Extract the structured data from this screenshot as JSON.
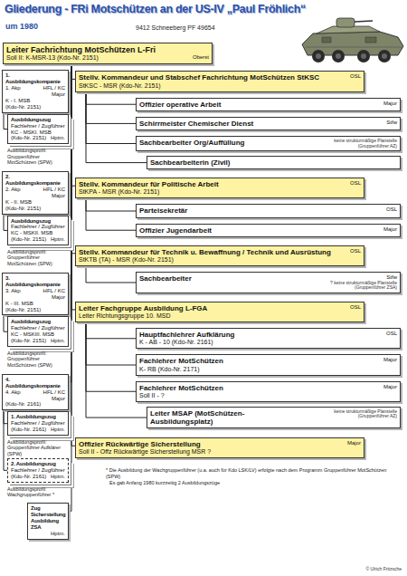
{
  "diagram": {
    "title": "Gliederung - FRi Motschützen an der US-IV „Paul Fröhlich“",
    "nodes": [
      {
        "text": [
          "Leiter Fachrichtung MotSchützen L-Fri",
          "Soll II: K-MSR-13 (Kdo-Nr. 2151)",
          "Oberst"
        ]
      },
      {
        "text": [
          "1. Ausbildungskompanie",
          "1. Akp",
          "HFL / KC",
          "Major",
          "K - I. MSB",
          "(Kdo-Nr. 2151)"
        ]
      },
      {
        "text": [
          "Ausbildungszug",
          "Fachlehrer / Zugführer",
          "KC - MSKI. MSB",
          "(Kdo-Nr. 2151)",
          "Hptm."
        ]
      },
      {
        "text": [
          "2. Ausbildungskompanie",
          "2. Akp",
          "HFL / KC",
          "Major",
          "K - II. MSB",
          "(Kdo-Nr. 2151)"
        ]
      },
      {
        "text": [
          "Ausbildungszug",
          "Fachlehrer / Zugführer",
          "KC - MSKII. MSB",
          "(Kdo-Nr. 2151)",
          "Hptm."
        ]
      },
      {
        "text": [
          "3. Ausbildungskompanie",
          "3. Akp",
          "HFL / KC",
          "Major",
          "K - III. MSB",
          "(Kdo-Nr. 2151)"
        ]
      },
      {
        "text": [
          "Ausbildungszug",
          "Fachlehrer / Zugführer",
          "KC - MSKIII. MSB",
          "(Kdo-Nr. 2151)",
          "Hptm."
        ]
      },
      {
        "text": [
          "4. Ausbildungskompanie",
          "4. Akp",
          "HFL / KC",
          "Major",
          "(Kdo-Nr. 2161)"
        ]
      },
      {
        "text": [
          "1. Ausbildungszug",
          "Fachlehrer / Zugführer",
          "(Kdo-Nr. 2161)",
          "Hptm."
        ]
      },
      {
        "text": [
          "2. Ausbildungszug",
          "Fachlehrer / Zugführer",
          "(Kdo-Nr. 2161)",
          "Hptm."
        ]
      },
      {
        "text": [
          "Zug Sicherstellung Ausbildung ZSA",
          "Hptm."
        ]
      },
      {
        "text": [
          "Stellv. Kommandeur und Stabschef Fachrichtung MotSchützen StKSC",
          "StKSC - MSR (Kdo-Nr. 2151)",
          "OSL"
        ]
      },
      {
        "text": [
          "Offizier operative Arbeit",
          "Major"
        ]
      },
      {
        "text": [
          "Schirrmeister Chemischer Dienst",
          "Stfw"
        ]
      },
      {
        "text": [
          "Sachbearbeiter Org/Auffüllung",
          "keine strukturmäßige Planstelle (Gruppenführer AZ)"
        ]
      },
      {
        "text": [
          "Sachbearbeiterin (Zivil)"
        ]
      },
      {
        "text": [
          "Stellv. Kommandeur für Politische Arbeit",
          "StKPA - MSR (Kdo-Nr. 2151)",
          "OSL"
        ]
      },
      {
        "text": [
          "Parteisekretär",
          "OSL"
        ]
      },
      {
        "text": [
          "Offizier Jugendarbeit",
          "Major"
        ]
      },
      {
        "text": [
          "Stellv. Kommandeur für Technik u. Bewaffnung / Technik und Ausrüstung",
          "StKTB (TA) - MSR (Kdo-Nr. 2151)",
          "OSL"
        ]
      },
      {
        "text": [
          "Sachbearbeiter",
          "Stfw",
          "? keine strukturmäßige Planstelle (Gruppenführer ZSA)"
        ]
      },
      {
        "text": [
          "Leiter Fachgruppe Ausbildung L-FGA",
          "Leiter Richtungsgruppe 10. MSD",
          "OSL"
        ]
      },
      {
        "text": [
          "Hauptfachlehrer Aufklärung",
          "K - AB - 10 (Kdo-Nr. 2161)",
          "OSL"
        ]
      },
      {
        "text": [
          "Fachlehrer MotSchützen",
          "K- RB (Kdo-Nr. 2171)",
          "Major"
        ]
      },
      {
        "text": [
          "Fachlehrer MotSchützen",
          "Soll II - ?",
          "Major"
        ]
      },
      {
        "text": [
          "Leiter MSAP (MotSchützen-Ausbildungsplatz)",
          "keine strukturmäßige Planstelle (Gruppenführer AZ)"
        ]
      },
      {
        "text": [
          "Offizier Rückwärtige Sicherstellung",
          "Soll II - Offz Rückwärtige Sicherstellung MSR ?",
          "Major"
        ]
      }
    ],
    "edges": [
      {
        "from": 0,
        "to": 1,
        "arrow": "none"
      },
      {
        "from": 0,
        "to": 3,
        "arrow": "none"
      },
      {
        "from": 0,
        "to": 5,
        "arrow": "none"
      },
      {
        "from": 0,
        "to": 7,
        "arrow": "none"
      },
      {
        "from": 0,
        "to": 10,
        "arrow": "none"
      },
      {
        "from": 0,
        "to": 11,
        "arrow": "none"
      },
      {
        "from": 0,
        "to": 16,
        "arrow": "none"
      },
      {
        "from": 0,
        "to": 19,
        "arrow": "none"
      },
      {
        "from": 0,
        "to": 21,
        "arrow": "none"
      },
      {
        "from": 0,
        "to": 26,
        "arrow": "none"
      },
      {
        "from": 1,
        "to": 2,
        "arrow": "none"
      },
      {
        "from": 3,
        "to": 4,
        "arrow": "none"
      },
      {
        "from": 5,
        "to": 6,
        "arrow": "none"
      },
      {
        "from": 7,
        "to": 8,
        "arrow": "none"
      },
      {
        "from": 7,
        "to": 9,
        "arrow": "none"
      },
      {
        "from": 11,
        "to": 12,
        "arrow": "none"
      },
      {
        "from": 11,
        "to": 13,
        "arrow": "none"
      },
      {
        "from": 11,
        "to": 14,
        "arrow": "none"
      },
      {
        "from": 11,
        "to": 15,
        "arrow": "none"
      },
      {
        "from": 16,
        "to": 17,
        "arrow": "none"
      },
      {
        "from": 16,
        "to": 18,
        "arrow": "none"
      },
      {
        "from": 19,
        "to": 20,
        "arrow": "none"
      },
      {
        "from": 21,
        "to": 22,
        "arrow": "none"
      },
      {
        "from": 21,
        "to": 23,
        "arrow": "none"
      },
      {
        "from": 21,
        "to": 24,
        "arrow": "none"
      },
      {
        "from": 21,
        "to": 25,
        "arrow": "none"
      }
    ],
    "labels": [
      "um 1980",
      "9412 Schneeberg PF 49654",
      "Ausbildungsprofil: Gruppenführer MotSchützen (SPW)",
      "Ausbildungsprofil: Gruppenführer MotSchützen (SPW)",
      "Ausbildungsprofil: Gruppenführer MotSchützen (SPW)",
      "Ausbildungsprofil: Gruppenführer Aufklärer (SPW)",
      "Ausbildungsprofil: Wachgruppenführer *",
      "* Die Ausbildung der Wachgruppenführer (u.a. auch für Kdo LSK/LV) erfolgte nach dem Programm Gruppenführer MotSchützen (SPW)",
      "Es gab Anfang 1980 kurzzeitig 2 Ausbildungszüge",
      "© Ulrich Fritzsche"
    ]
  }
}
